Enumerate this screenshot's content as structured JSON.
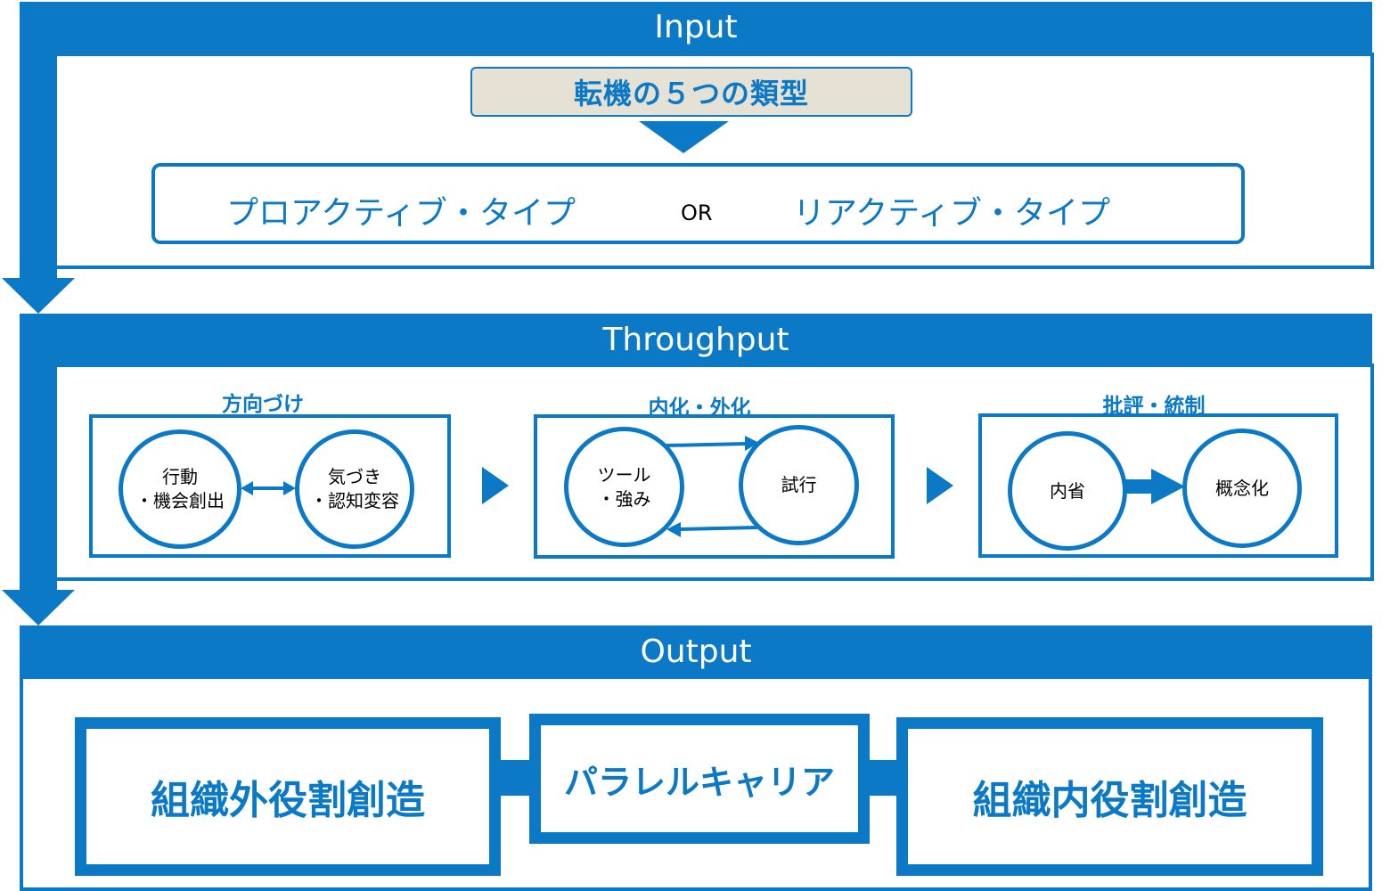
{
  "colors": {
    "primary": "#0b79c6",
    "title_box_fill": "#e6e1d5",
    "text_on_band": "#ffffff"
  },
  "input": {
    "title": "Input",
    "heading": "転機の５つの類型",
    "types": {
      "left": "プロアクティブ・タイプ",
      "or": "OR",
      "right": "リアクティブ・タイプ"
    }
  },
  "throughput": {
    "title": "Throughput",
    "groups": [
      {
        "title": "方向づけ",
        "circle_a": [
          "行動",
          "・機会創出"
        ],
        "circle_b": [
          "気づき",
          "・認知変容"
        ]
      },
      {
        "title": "内化・外化",
        "circle_a": [
          "ツール",
          "・強み"
        ],
        "circle_b": [
          "試行"
        ]
      },
      {
        "title": "批評・統制",
        "circle_a": [
          "内省"
        ],
        "circle_b": [
          "概念化"
        ]
      }
    ]
  },
  "output": {
    "title": "Output",
    "left": "組織外役割創造",
    "center": "パラレルキャリア",
    "right": "組織内役割創造"
  }
}
